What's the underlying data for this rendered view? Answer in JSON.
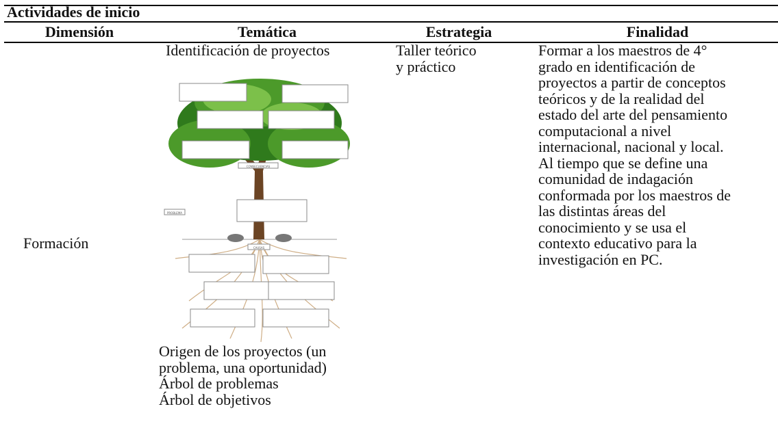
{
  "caption": "Actividades de inicio",
  "headers": {
    "dimension": "Dimensión",
    "tematica": "Temática",
    "estrategia": "Estrategia",
    "finalidad": "Finalidad"
  },
  "row": {
    "dimension": "Formación",
    "tematica_top": "Identificación de proyectos",
    "tematica_bottom": [
      "Origen de los proyectos (un",
      "problema, una oportunidad)",
      "Árbol de problemas",
      "Árbol de objetivos"
    ],
    "estrategia": [
      "Taller teórico",
      "y práctico"
    ],
    "finalidad": [
      "Formar a los maestros de 4°",
      "grado en identificación de",
      "proyectos a partir de conceptos",
      "teóricos y de la realidad del",
      "estado del arte del pensamiento",
      "computacional a nivel",
      "internacional, nacional y local.",
      "Al tiempo que se define una",
      "comunidad de indagación",
      "conformada por los maestros de",
      "las distintas áreas del",
      "conocimiento y se usa el",
      "contexto educativo para la",
      "investigación en PC."
    ]
  },
  "illustration": {
    "description_icon": "problem-tree-icon",
    "tag_trunk": "CONSECUENCIAS",
    "tag_left": "PROBLEMA",
    "tag_roots": "CAUSAS"
  },
  "colors": {
    "foliage_dark": "#2f7a1c",
    "foliage_mid": "#4c9a2a",
    "foliage_light": "#7cc04a",
    "trunk": "#6b4424",
    "roots": "#c9a578",
    "box_border": "#8a8a8a"
  }
}
